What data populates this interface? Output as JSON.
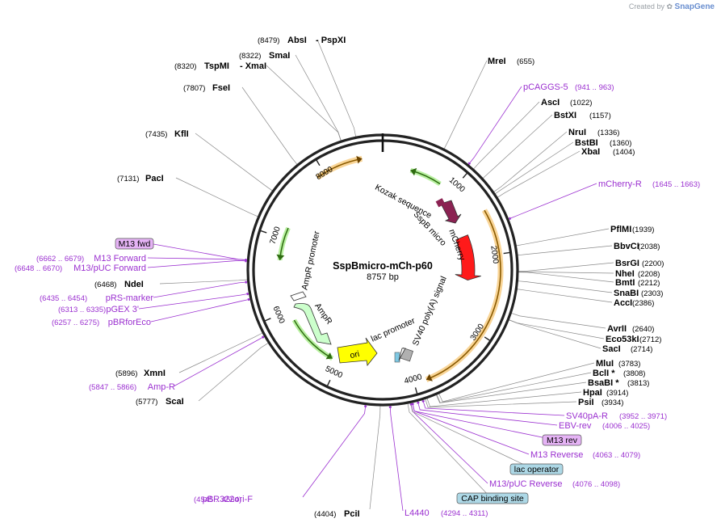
{
  "brand": {
    "prefix": "Created by",
    "name": "SnapGene"
  },
  "plasmid": {
    "name": "SspBmicro-mCh-p60",
    "length_label": "8757 bp",
    "length": 8757
  },
  "colors": {
    "primer": "#9b30d0",
    "mcherry": "#ff1a1a",
    "kozak": "#8b2252",
    "ampr": "#ccffcc",
    "ori": "#ffff00",
    "orf": "#f4b342",
    "badge_purple": "#e5b3f5",
    "badge_cyan": "#add8e6"
  },
  "ticks": [
    {
      "label": "1000",
      "pos": 1000
    },
    {
      "label": "2000",
      "pos": 2000
    },
    {
      "label": "3000",
      "pos": 3000
    },
    {
      "label": "4000",
      "pos": 4000
    },
    {
      "label": "5000",
      "pos": 5000
    },
    {
      "label": "6000",
      "pos": 6000
    },
    {
      "label": "7000",
      "pos": 7000
    },
    {
      "label": "8000",
      "pos": 8000
    }
  ],
  "features": [
    {
      "label": "Kozak sequence",
      "start": 1633,
      "end": 1642,
      "color": "#8b2252",
      "icon": "box-feature"
    },
    {
      "label": "SspB micro",
      "start": 1560,
      "end": 1600,
      "color": "#8b2252",
      "icon": "arrow-feature"
    },
    {
      "label": "mCherry",
      "start": 1645,
      "end": 2355,
      "color": "#ff1a1a",
      "icon": "arrow-feature"
    },
    {
      "label": "SV40 poly(A) signal",
      "start": 3790,
      "end": 3910,
      "color": "#b0b0b0",
      "icon": "box-feature"
    },
    {
      "label": "lac promoter",
      "start": 4020,
      "end": 4050,
      "color": "#ffffff",
      "icon": "arrow-feature"
    },
    {
      "label": "ori",
      "start": 4330,
      "end": 4920,
      "color": "#ffff00",
      "icon": "arrow-feature"
    },
    {
      "label": "AmpR",
      "start": 5090,
      "end": 5950,
      "color": "#ccffcc",
      "icon": "arrow-feature"
    },
    {
      "label": "AmpR promoter",
      "start": 5950,
      "end": 6055,
      "color": "#ffffff",
      "icon": "arrow-feature"
    }
  ],
  "enzymes": [
    {
      "name": "MreI",
      "pos_label": "(655)",
      "pos": 655
    },
    {
      "name": "AscI",
      "pos_label": "(1022)",
      "pos": 1022
    },
    {
      "name": "BstXI",
      "pos_label": "(1157)",
      "pos": 1157
    },
    {
      "name": "NruI",
      "pos_label": "(1336)",
      "pos": 1336
    },
    {
      "name": "BstBI",
      "pos_label": "(1360)",
      "pos": 1360
    },
    {
      "name": "XbaI",
      "pos_label": "(1404)",
      "pos": 1404
    },
    {
      "name": "PflMI",
      "pos_label": "(1939)",
      "pos": 1939
    },
    {
      "name": "BbvCI",
      "pos_label": "(2038)",
      "pos": 2038
    },
    {
      "name": "BsrGI",
      "pos_label": "(2200)",
      "pos": 2200
    },
    {
      "name": "NheI",
      "pos_label": "(2208)",
      "pos": 2208
    },
    {
      "name": "BmtI",
      "pos_label": "(2212)",
      "pos": 2212
    },
    {
      "name": "SnaBI",
      "pos_label": "(2303)",
      "pos": 2303
    },
    {
      "name": "AccI",
      "pos_label": "(2386)",
      "pos": 2386
    },
    {
      "name": "AvrII",
      "pos_label": "(2640)",
      "pos": 2640
    },
    {
      "name": "Eco53kI",
      "pos_label": "(2712)",
      "pos": 2712
    },
    {
      "name": "SacI",
      "pos_label": "(2714)",
      "pos": 2714
    },
    {
      "name": "MluI",
      "pos_label": "(3783)",
      "pos": 3783
    },
    {
      "name": "BclI *",
      "pos_label": "(3808)",
      "pos": 3808
    },
    {
      "name": "BsaBI *",
      "pos_label": "(3813)",
      "pos": 3813
    },
    {
      "name": "HpaI",
      "pos_label": "(3914)",
      "pos": 3914
    },
    {
      "name": "PsiI",
      "pos_label": "(3934)",
      "pos": 3934
    },
    {
      "name": "PciI",
      "pos_label": "(4404)",
      "pos": 4404
    },
    {
      "name": "ScaI",
      "pos_label": "(5777)",
      "pos": 5777
    },
    {
      "name": "XmnI",
      "pos_label": "(5896)",
      "pos": 5896
    },
    {
      "name": "NdeI",
      "pos_label": "(6468)",
      "pos": 6468
    },
    {
      "name": "PacI",
      "pos_label": "(7131)",
      "pos": 7131
    },
    {
      "name": "KflI",
      "pos_label": "(7435)",
      "pos": 7435
    },
    {
      "name": "FseI",
      "pos_label": "(7807)",
      "pos": 7807
    },
    {
      "name": "TspMI",
      "pos_label": "(8320)",
      "pos": 8320
    },
    {
      "name": "- XmaI",
      "pos_label": "",
      "pos": 8320
    },
    {
      "name": "SmaI",
      "pos_label": "(8322)",
      "pos": 8322
    },
    {
      "name": "AbsI",
      "pos_label": "(8479)",
      "pos": 8479
    },
    {
      "name": "- PspXI",
      "pos_label": "",
      "pos": 8479
    }
  ],
  "primers": [
    {
      "name": "pCAGGS-5",
      "pos_label": "(941 .. 963)",
      "pos": 952
    },
    {
      "name": "mCherry-R",
      "pos_label": "(1645 .. 1663)",
      "pos": 1654
    },
    {
      "name": "SV40pA-R",
      "pos_label": "(3952 .. 3971)",
      "pos": 3961
    },
    {
      "name": "EBV-rev",
      "pos_label": "(4006 .. 4025)",
      "pos": 4015
    },
    {
      "name": "M13 Reverse",
      "pos_label": "(4063 .. 4079)",
      "pos": 4071
    },
    {
      "name": "M13/pUC Reverse",
      "pos_label": "(4076 .. 4098)",
      "pos": 4087
    },
    {
      "name": "L4440",
      "pos_label": "(4294 .. 4311)",
      "pos": 4302
    },
    {
      "name": "pBR322ori-F",
      "pos_label": "(4545 .. 4564)",
      "pos": 4554
    },
    {
      "name": "Amp-R",
      "pos_label": "(5847 .. 5866)",
      "pos": 5856
    },
    {
      "name": "pBRforEco",
      "pos_label": "(6257 .. 6275)",
      "pos": 6266
    },
    {
      "name": "pGEX 3'",
      "pos_label": "(6313 .. 6335)",
      "pos": 6324
    },
    {
      "name": "pRS-marker",
      "pos_label": "(6435 .. 6454)",
      "pos": 6444
    },
    {
      "name": "M13/pUC Forward",
      "pos_label": "(6648 .. 6670)",
      "pos": 6659
    },
    {
      "name": "M13 Forward",
      "pos_label": "(6662 .. 6679)",
      "pos": 6670
    }
  ],
  "badges": [
    {
      "name": "M13 fwd",
      "pos": 6670,
      "color": "#e5b3f5"
    },
    {
      "name": "M13 rev",
      "pos": 4071,
      "color": "#e5b3f5"
    },
    {
      "name": "lac operator",
      "pos": 4090,
      "color": "#add8e6"
    },
    {
      "name": "CAP binding site",
      "pos": 4120,
      "color": "#add8e6"
    }
  ]
}
